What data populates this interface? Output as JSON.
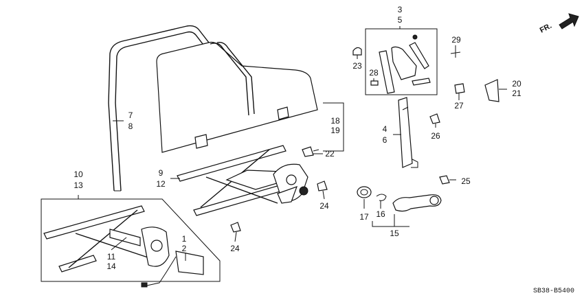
{
  "diagram_code": "SB38-B5400",
  "direction_label": "FR.",
  "callouts": [
    {
      "id": "c1",
      "text": "1"
    },
    {
      "id": "c2",
      "text": "2"
    },
    {
      "id": "c3",
      "text": "3"
    },
    {
      "id": "c5",
      "text": "5"
    },
    {
      "id": "c4",
      "text": "4"
    },
    {
      "id": "c6",
      "text": "6"
    },
    {
      "id": "c7",
      "text": "7"
    },
    {
      "id": "c8",
      "text": "8"
    },
    {
      "id": "c9",
      "text": "9"
    },
    {
      "id": "c12",
      "text": "12"
    },
    {
      "id": "c10",
      "text": "10"
    },
    {
      "id": "c13",
      "text": "13"
    },
    {
      "id": "c11",
      "text": "11"
    },
    {
      "id": "c14",
      "text": "14"
    },
    {
      "id": "c15",
      "text": "15"
    },
    {
      "id": "c16",
      "text": "16"
    },
    {
      "id": "c17",
      "text": "17"
    },
    {
      "id": "c18",
      "text": "18"
    },
    {
      "id": "c19",
      "text": "19"
    },
    {
      "id": "c20",
      "text": "20"
    },
    {
      "id": "c21",
      "text": "21"
    },
    {
      "id": "c22",
      "text": "22"
    },
    {
      "id": "c23",
      "text": "23"
    },
    {
      "id": "c24a",
      "text": "24"
    },
    {
      "id": "c24b",
      "text": "24"
    },
    {
      "id": "c25",
      "text": "25"
    },
    {
      "id": "c26",
      "text": "26"
    },
    {
      "id": "c27",
      "text": "27"
    },
    {
      "id": "c28",
      "text": "28"
    },
    {
      "id": "c29",
      "text": "29"
    }
  ]
}
